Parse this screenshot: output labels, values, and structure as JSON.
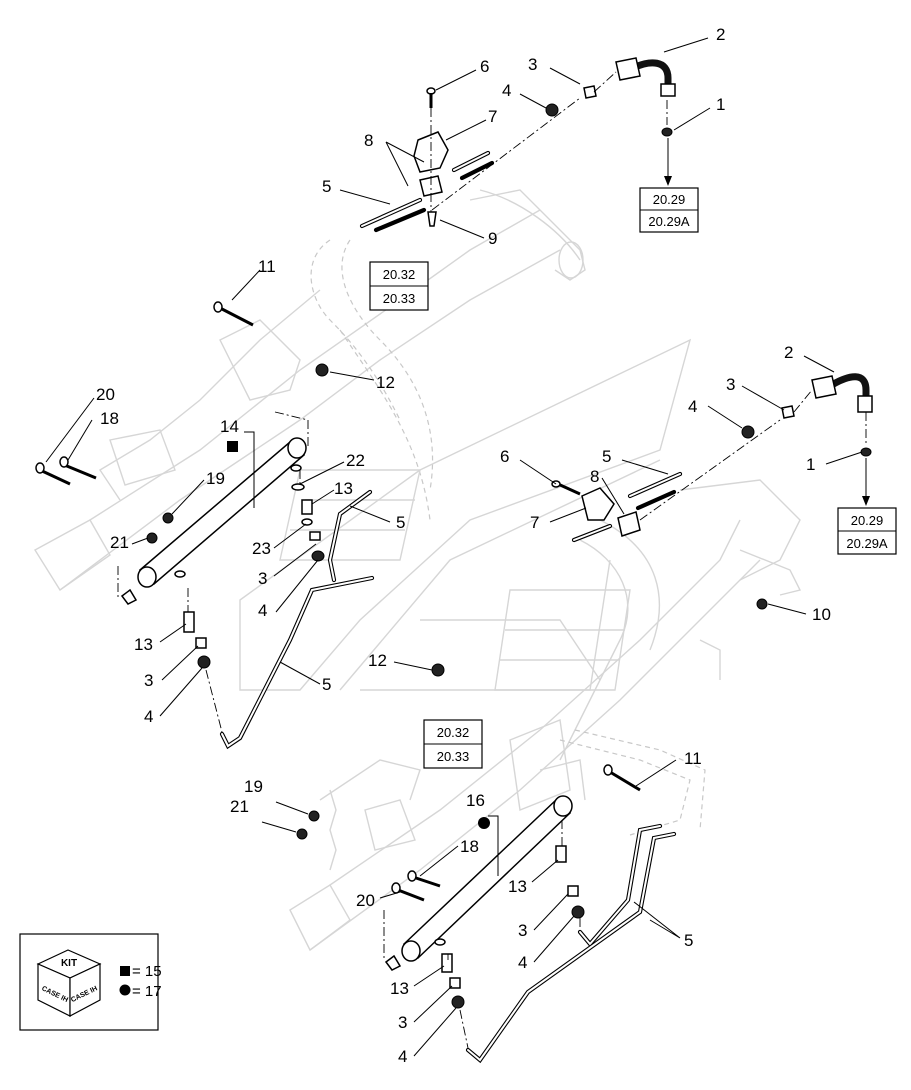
{
  "callouts": {
    "top": {
      "n1": "1",
      "n2": "2",
      "n3": "3",
      "n4": "4",
      "n5": "5",
      "n6": "6",
      "n7": "7",
      "n8": "8",
      "n9": "9",
      "n11": "11",
      "n12": "12"
    },
    "left": {
      "n20": "20",
      "n18": "18",
      "n14": "14",
      "n19": "19",
      "n21": "21",
      "n22": "22",
      "n13a": "13",
      "n5": "5",
      "n23": "23",
      "n3a": "3",
      "n4a": "4",
      "n13b": "13",
      "n3b": "3",
      "n4b": "4",
      "n5b": "5"
    },
    "right": {
      "n2": "2",
      "n3": "3",
      "n4": "4",
      "n1": "1",
      "n6": "6",
      "n8": "8",
      "n5": "5",
      "n7": "7",
      "n10": "10",
      "n12": "12",
      "n11": "11",
      "n16": "16",
      "n19": "19",
      "n21": "21",
      "n18": "18",
      "n20": "20",
      "n13a": "13",
      "n3a": "3",
      "n4a": "4",
      "n13b": "13",
      "n3b": "3",
      "n4b": "4"
    }
  },
  "refs": {
    "top_right": [
      "20.29",
      "20.29A"
    ],
    "top_mid": [
      "20.32",
      "20.33"
    ],
    "right": [
      "20.29",
      "20.29A"
    ],
    "bottom_mid": [
      "20.32",
      "20.33"
    ]
  },
  "kit": {
    "label": "KIT",
    "brand": "CASE IH",
    "square_eq": "= 15",
    "circle_eq": "= 17"
  }
}
